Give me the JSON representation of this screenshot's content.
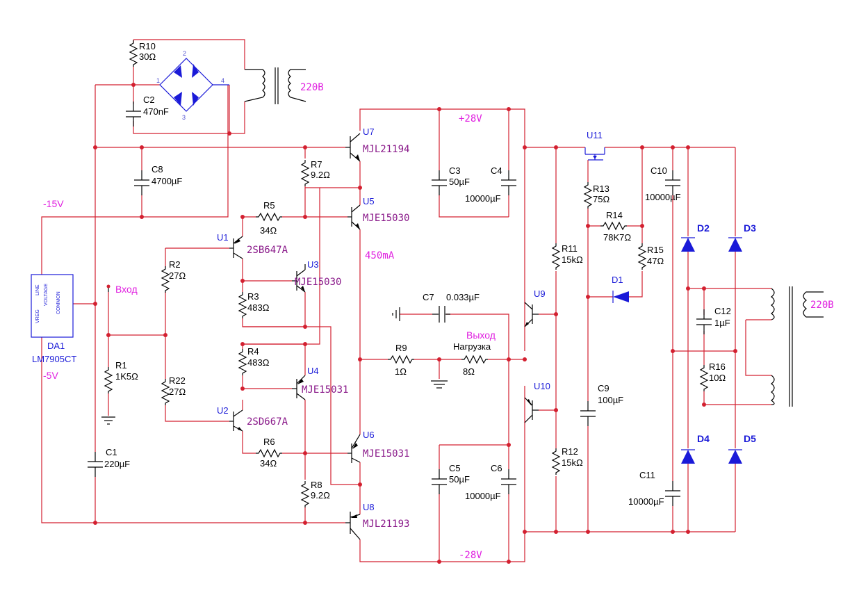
{
  "rails": {
    "pos": "+28V",
    "neg": "-28V",
    "m15": "-15V",
    "m5": "-5V",
    "current": "450mA",
    "mains_top": "220В",
    "mains_right": "220В",
    "input": "Вход",
    "output": "Выход",
    "load": "Нагрузка"
  },
  "regulator": {
    "ref": "DA1",
    "part": "LM7905CT",
    "line": "LINE",
    "voltage": "VOLTAGE",
    "common": "COMMON",
    "vreg": "VREG"
  },
  "bridge": {
    "p1": "1",
    "p2": "2",
    "p3": "3",
    "p4": "4"
  },
  "resistors": [
    {
      "ref": "R10",
      "val": "30Ω"
    },
    {
      "ref": "R7",
      "val": "9.2Ω"
    },
    {
      "ref": "R5",
      "val": "34Ω"
    },
    {
      "ref": "R2",
      "val": "27Ω"
    },
    {
      "ref": "R3",
      "val": "483Ω"
    },
    {
      "ref": "R1",
      "val": "1K5Ω"
    },
    {
      "ref": "R4",
      "val": "483Ω"
    },
    {
      "ref": "R22",
      "val": "27Ω"
    },
    {
      "ref": "R6",
      "val": "34Ω"
    },
    {
      "ref": "R8",
      "val": "9.2Ω"
    },
    {
      "ref": "R9",
      "val": "1Ω"
    },
    {
      "ref": "Нагрузка",
      "val": "8Ω"
    },
    {
      "ref": "R11",
      "val": "15kΩ"
    },
    {
      "ref": "R12",
      "val": "15kΩ"
    },
    {
      "ref": "R13",
      "val": "75Ω"
    },
    {
      "ref": "R14",
      "val": "78K7Ω"
    },
    {
      "ref": "R15",
      "val": "47Ω"
    },
    {
      "ref": "R16",
      "val": "10Ω"
    }
  ],
  "capacitors": [
    {
      "ref": "C2",
      "val": "470nF"
    },
    {
      "ref": "C8",
      "val": "4700µF"
    },
    {
      "ref": "C1",
      "val": "220µF"
    },
    {
      "ref": "C3",
      "val": "50µF"
    },
    {
      "ref": "C4",
      "val": "10000µF"
    },
    {
      "ref": "C5",
      "val": "50µF"
    },
    {
      "ref": "C6",
      "val": "10000µF"
    },
    {
      "ref": "C7",
      "val": "0.033µF"
    },
    {
      "ref": "C9",
      "val": "100µF"
    },
    {
      "ref": "C10",
      "val": "10000µF"
    },
    {
      "ref": "C11",
      "val": "10000µF"
    },
    {
      "ref": "C12",
      "val": "1µF"
    }
  ],
  "transistors": [
    {
      "ref": "U7",
      "part": "MJL21194"
    },
    {
      "ref": "U5",
      "part": "MJE15030"
    },
    {
      "ref": "U1",
      "part": "2SB647A"
    },
    {
      "ref": "U3",
      "part": "MJE15030"
    },
    {
      "ref": "U4",
      "part": "MJE15031"
    },
    {
      "ref": "U2",
      "part": "2SD667A"
    },
    {
      "ref": "U6",
      "part": "MJE15031"
    },
    {
      "ref": "U8",
      "part": "MJL21193"
    },
    {
      "ref": "U9",
      "part": ""
    },
    {
      "ref": "U10",
      "part": ""
    },
    {
      "ref": "U11",
      "part": ""
    }
  ],
  "diodes": [
    {
      "ref": "D1"
    },
    {
      "ref": "D2"
    },
    {
      "ref": "D3"
    },
    {
      "ref": "D4"
    },
    {
      "ref": "D5"
    }
  ]
}
